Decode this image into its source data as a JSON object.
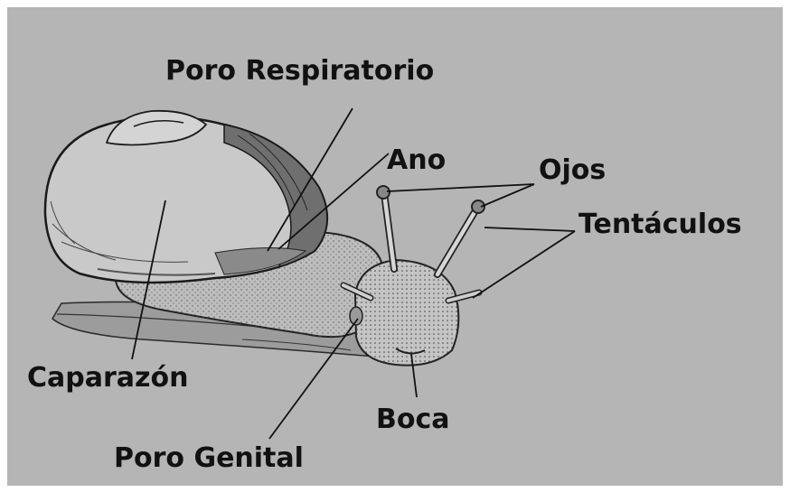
{
  "colors": {
    "background": "#b5b5b5",
    "ink": "#111111",
    "frame": "#ffffff"
  },
  "labels": {
    "poro_respiratorio": "Poro Respiratorio",
    "ano": "Ano",
    "ojos": "Ojos",
    "tentaculos": "Tentáculos",
    "caparazon": "Caparazón",
    "boca": "Boca",
    "poro_genital": "Poro Genital"
  }
}
